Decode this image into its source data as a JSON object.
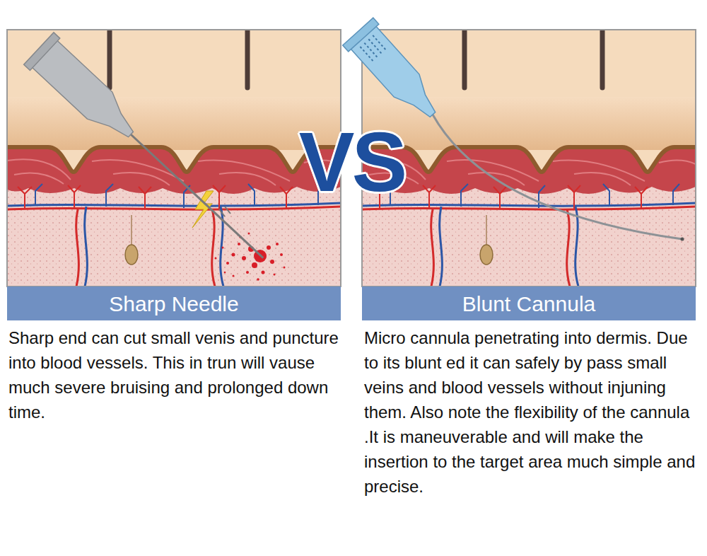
{
  "diagram": {
    "nodes": [
      {
        "text": [
          "Sharp Needle"
        ]
      },
      {
        "text": [
          "Blunt Cannula"
        ]
      }
    ],
    "labels": [
      "VS",
      "Sharp end can cut small venis and puncture into blood vessels. This in trun will vause much severe bruising and prolonged down time.",
      "Micro cannula penetrating into dermis. Due to its blunt ed it can safely by pass small veins and blood vessels without injuning them. Also note the flexibility of the cannula .It is maneuverable and will make the insertion to the target area much simple and precise."
    ]
  }
}
